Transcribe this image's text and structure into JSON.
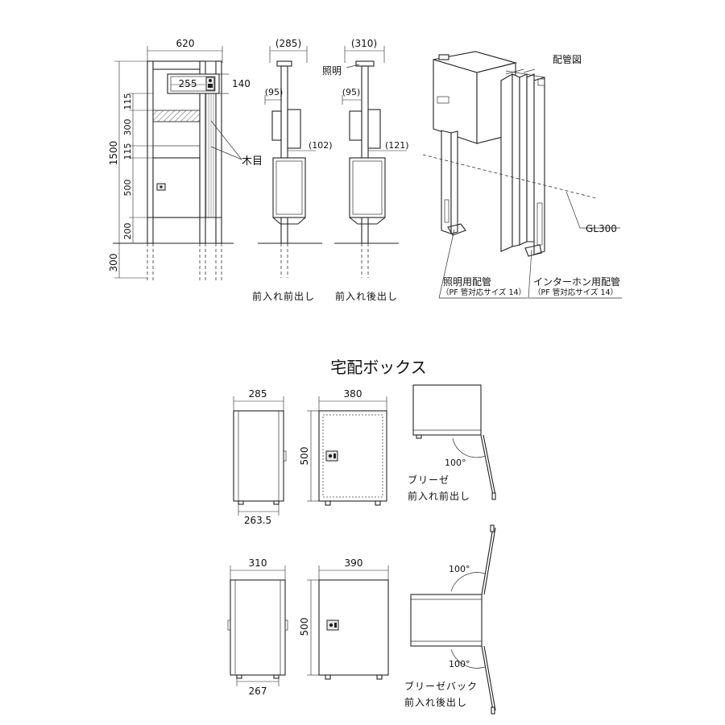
{
  "figure": {
    "title": "宅配ボックス",
    "piping_label": "配管図",
    "upper": {
      "dims": {
        "width": "620",
        "height": "1500",
        "ground": "300",
        "s115a": "115",
        "s300": "300",
        "s115b": "115",
        "s500": "500",
        "s200": "200",
        "intercom_w": "255",
        "intercom_h": "140",
        "side1_width": "(285)",
        "side1_offset": "(95)",
        "side1_depth": "(102)",
        "side2_width": "(310)",
        "side2_offset": "(95)",
        "side2_depth": "(121)"
      },
      "labels": {
        "wood_grain": "木目",
        "light": "照明",
        "front_caption": "前入れ前出し",
        "back_caption": "前入れ後出し",
        "gl": "GL300",
        "light_pipe": "照明用配管",
        "light_pipe_note": "（PF 管対応サイズ 14）",
        "intercom_pipe": "インターホン用配管",
        "intercom_pipe_note": "（PF 管対応サイズ 14）"
      }
    },
    "lower": {
      "row1": {
        "side_width": "285",
        "side_bottom": "263.5",
        "front_width": "380",
        "front_height": "500",
        "angle": "100°",
        "caption1": "ブリーゼ",
        "caption2": "前入れ前出し"
      },
      "row2": {
        "side_width": "310",
        "side_bottom": "267",
        "front_width": "390",
        "front_height": "500",
        "angle_top": "100°",
        "angle_bottom": "100°",
        "caption1": "ブリーゼバック",
        "caption2": "前入れ後出し"
      }
    }
  }
}
